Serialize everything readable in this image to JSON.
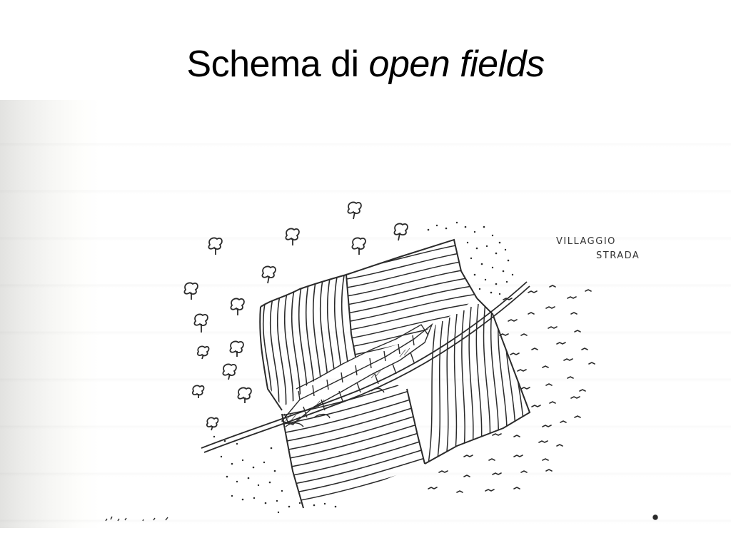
{
  "slide": {
    "title_plain": "Schema di ",
    "title_italic": "open fields"
  },
  "drawing": {
    "labels": {
      "village": "VILLAGGIO",
      "road": "STRADA"
    },
    "colors": {
      "ink": "#2a2a2a",
      "paper": "#ffffff",
      "scan_edge": "#e2e2e0"
    }
  }
}
